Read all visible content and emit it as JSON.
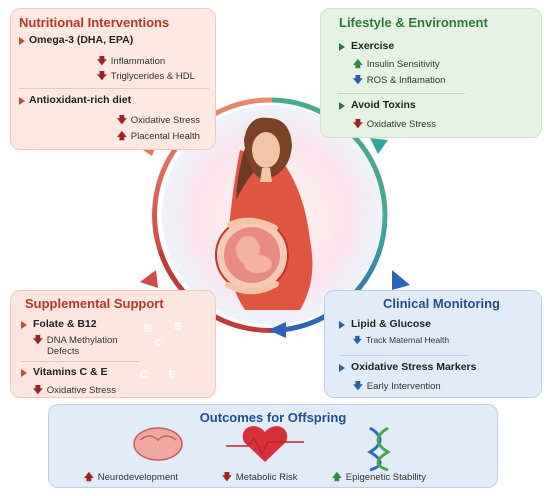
{
  "nutritional": {
    "title": "Nutritional Interventions",
    "omega_label": "Omega-3 (DHA, EPA)",
    "omega_items": [
      "Inflammation",
      "Triglycerides & HDL"
    ],
    "antiox_label": "Antioxidant-rich diet",
    "antiox_items": [
      "Oxidative Stress",
      "Placental Health"
    ]
  },
  "lifestyle": {
    "title": "Lifestyle & Environment",
    "exercise_label": "Exercise",
    "exercise_items": [
      "Insulin Sensitivity",
      "ROS & Inflamation"
    ],
    "toxins_label": "Avoid Toxins",
    "toxins_items": [
      "Oxidative Stress"
    ]
  },
  "supplemental": {
    "title": "Supplemental Support",
    "folate_label": "Folate & B12",
    "folate_item_line1": "DNA Methylation",
    "folate_item_line2": "Defects",
    "vitamins_label": "Vitamins C & E",
    "vitamins_items": [
      "Oxidative Stress"
    ],
    "badges": [
      "B",
      "B",
      "C",
      "C",
      "E"
    ]
  },
  "clinical": {
    "title": "Clinical Monitoring",
    "lipid_label": "Lipid & Glucose",
    "lipid_items": [
      "Track Maternal Health"
    ],
    "markers_label": "Oxidative Stress Markers",
    "markers_items": [
      "Early Intervention"
    ]
  },
  "outcomes": {
    "title": "Outcomes for Offspring",
    "items": [
      "Neurodevelopment",
      "Metabolic Risk",
      "Epigenetic Stability"
    ]
  },
  "colors": {
    "nutritional_bg": "#fde8e2",
    "lifestyle_bg": "#e6f3e4",
    "supplemental_bg": "#fde6e0",
    "clinical_bg": "#e2ecf8",
    "outcomes_bg": "#e2ecf8"
  }
}
